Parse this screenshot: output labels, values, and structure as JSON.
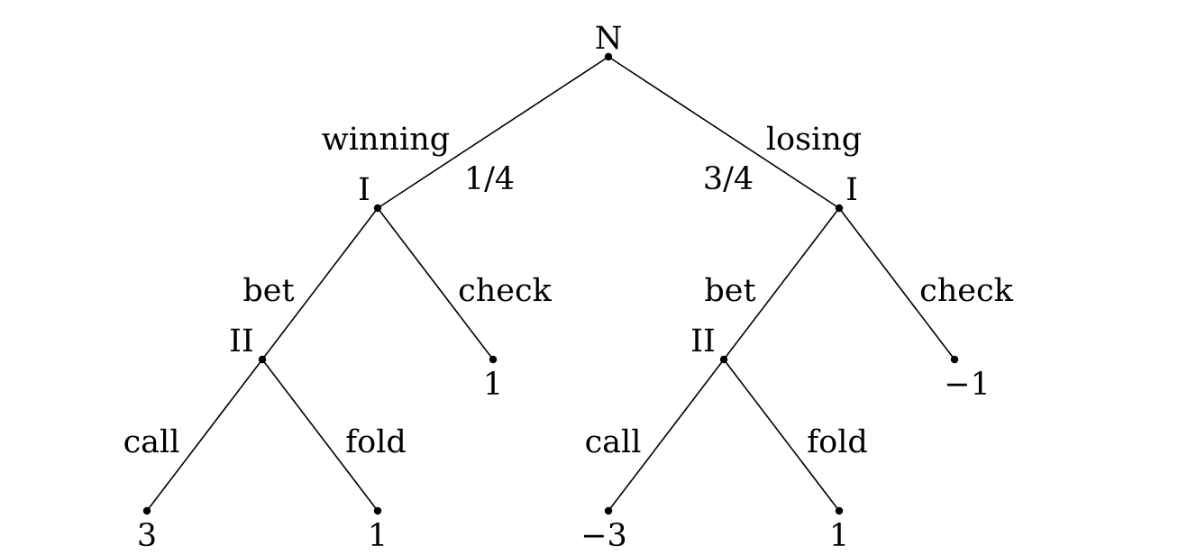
{
  "tree": {
    "root": {
      "label": "N"
    },
    "chance": {
      "winning_label": "winning",
      "winning_prob": "1/4",
      "losing_label": "losing",
      "losing_prob": "3/4"
    },
    "player1": {
      "left_label": "I",
      "right_label": "I"
    },
    "player2": {
      "left_label": "II",
      "right_label": "II"
    },
    "actions": {
      "winning_bet": "bet",
      "winning_check": "check",
      "losing_bet": "bet",
      "losing_check": "check",
      "winning_call": "call",
      "winning_fold": "fold",
      "losing_call": "call",
      "losing_fold": "fold"
    },
    "payoffs": {
      "winning_check": "1",
      "losing_check": "−1",
      "winning_call": "3",
      "winning_fold": "1",
      "losing_call": "−3",
      "losing_fold": "1"
    }
  }
}
